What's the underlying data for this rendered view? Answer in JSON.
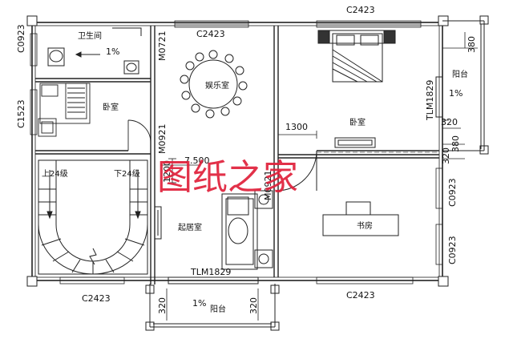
{
  "watermark": "图纸之家",
  "rooms": {
    "bathroom": "卫生间",
    "bedroom_small": "卧室",
    "entertainment": "娱乐室",
    "master_bedroom": "卧室",
    "living": "起居室",
    "study": "书房",
    "balcony_right": "阳台",
    "balcony_bottom": "阳台",
    "stair_up": "上24级",
    "stair_down": "下24级"
  },
  "labels": {
    "top_c2423": "C2423",
    "ent_c2423": "C2423",
    "left_c0923": "C0923",
    "left_c1523": "C1523",
    "m0721": "M0721",
    "m0921_left": "M0921",
    "m0921_right": "M0921",
    "tlm1829_right": "TLM1829",
    "tlm1829_bottom": "TLM1829",
    "right_c0923_a": "C0923",
    "right_c0923_b": "C0923",
    "bottom_c2423_left": "C2423",
    "bottom_c2423_right": "C2423",
    "slope_bath": "1%",
    "slope_balcony_right": "1%",
    "slope_balcony_bottom": "1%"
  },
  "dimensions": {
    "d1300": "1300",
    "d380": "380",
    "d320_right": "320",
    "d380_right": "380",
    "d320_right2": "320",
    "d320_bl": "320",
    "d320_br": "320",
    "d1200": "1200",
    "level": "7.500"
  }
}
